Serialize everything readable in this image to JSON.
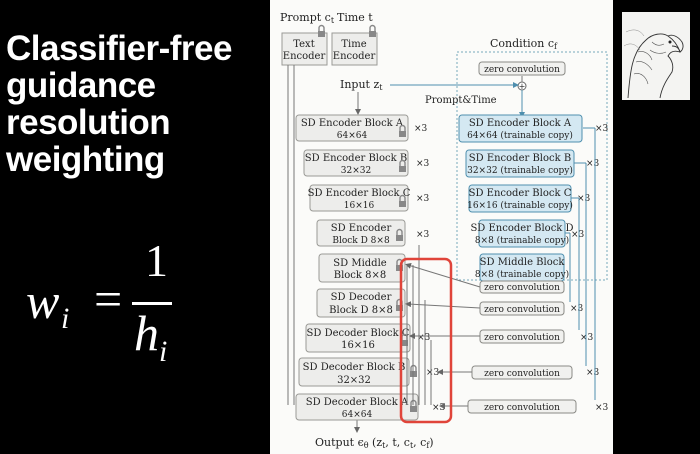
{
  "slide": {
    "title_lines": [
      "Classifier-free",
      "guidance",
      "resolution",
      "weighting"
    ],
    "formula": {
      "lhs": "w",
      "lhs_sub": "i",
      "equals": "=",
      "numerator": "1",
      "denominator": "h",
      "denominator_sub": "i"
    }
  },
  "diagram": {
    "prompt_label": "Prompt c",
    "prompt_sub": "t",
    "time_label": "Time t",
    "text_encoder": [
      "Text",
      "Encoder"
    ],
    "time_encoder": [
      "Time",
      "Encoder"
    ],
    "condition_label": "Condition c",
    "condition_sub": "f",
    "input_label": "Input z",
    "input_sub": "t",
    "prompt_time": "Prompt&Time",
    "output_label": "Output ϵ",
    "output_sub": "θ",
    "output_args": "(z",
    "output_args_rest": "t, t, c",
    "output_args_end": "t, c",
    "output_close": "f)",
    "plus_sign": "+",
    "zero_conv": "zero convolution",
    "encoder_blocks": [
      {
        "name": "SD Encoder Block A",
        "size": "64×64",
        "repeat": "×3"
      },
      {
        "name": "SD Encoder Block B",
        "size": "32×32",
        "repeat": "×3"
      },
      {
        "name": "SD Encoder Block C",
        "size": "16×16",
        "repeat": "×3"
      },
      {
        "name": "SD Encoder",
        "size": "Block D 8×8",
        "repeat": "×3"
      }
    ],
    "middle_block": {
      "name": "SD Middle",
      "size": "Block 8×8"
    },
    "decoder_blocks": [
      {
        "name": "SD Decoder",
        "size": "Block D 8×8",
        "repeat": "×3"
      },
      {
        "name": "SD Decoder Block C",
        "size": "16×16",
        "repeat": "×3"
      },
      {
        "name": "SD Decoder Block B",
        "size": "32×32",
        "repeat": "×3"
      },
      {
        "name": "SD Decoder Block A",
        "size": "64×64",
        "repeat": "×3"
      }
    ],
    "trainable_blocks": [
      {
        "name": "SD Encoder Block A",
        "size": "64×64 (trainable copy)",
        "repeat": "×3"
      },
      {
        "name": "SD Encoder Block B",
        "size": "32×32 (trainable copy)",
        "repeat": "×3"
      },
      {
        "name": "SD Encoder Block C",
        "size": "16×16 (trainable copy)",
        "repeat": "×3"
      },
      {
        "name": "SD Encoder Block D",
        "size": "8×8 (trainable copy)",
        "repeat": "×3"
      }
    ],
    "trainable_middle": {
      "name": "SD Middle Block",
      "size": "8×8 (trainable copy)"
    },
    "right_repeats": [
      "×3",
      "×3",
      "×3",
      "×3"
    ]
  },
  "colors": {
    "highlight": "#e0443a",
    "trainable_fill": "#d4e8f2",
    "background": "#000000"
  },
  "icons": [
    "lock-icon",
    "eagle-sketch-thumbnail"
  ]
}
